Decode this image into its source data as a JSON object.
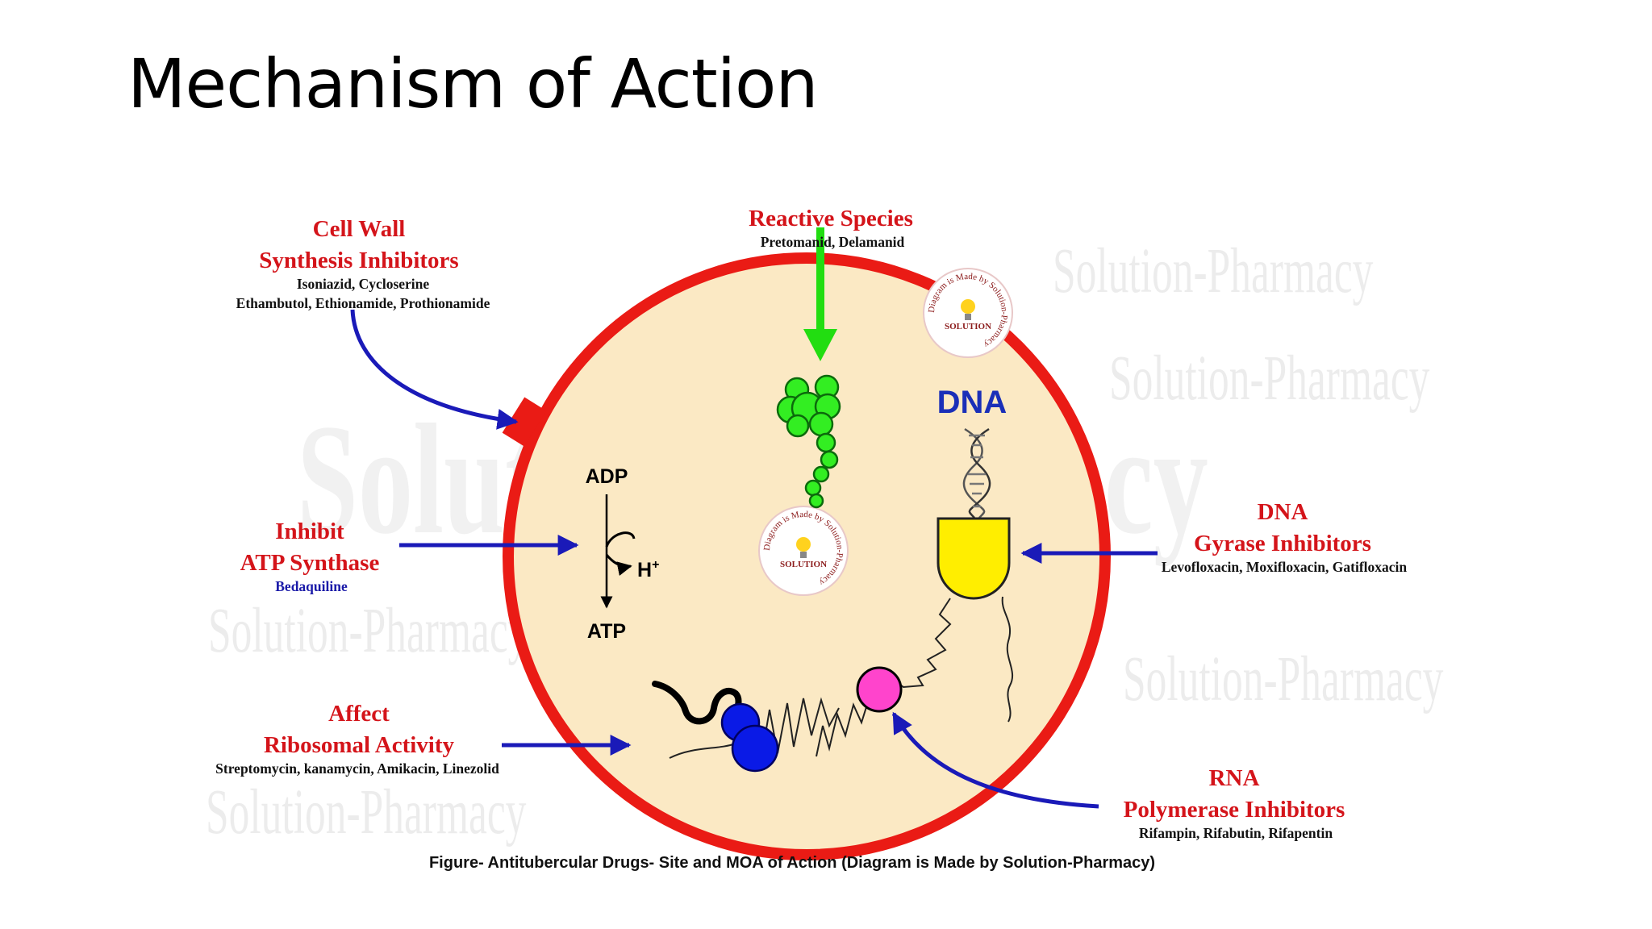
{
  "slide": {
    "title": "Mechanism of Action"
  },
  "watermarks": {
    "big": "Solution-Pharmacy",
    "small": "Solution-Pharmacy",
    "seal": "Diagram is Made by Solution-Pharmacy",
    "seal_brand": "SOLUTION"
  },
  "labels": {
    "cell_wall": {
      "title_lines": [
        "Cell Wall",
        "Synthesis Inhibitors"
      ],
      "drug_lines": [
        "Isoniazid, Cycloserine",
        "Ethambutol, Ethionamide, Prothionamide"
      ]
    },
    "reactive": {
      "title": "Reactive Species",
      "drugs": "Pretomanid, Delamanid"
    },
    "atp": {
      "title_lines": [
        "Inhibit",
        "ATP Synthase"
      ],
      "drugs": "Bedaquiline"
    },
    "ribosome": {
      "title_lines": [
        "Affect",
        "Ribosomal Activity"
      ],
      "drugs": "Streptomycin, kanamycin, Amikacin, Linezolid"
    },
    "gyrase": {
      "title_lines": [
        "DNA",
        "Gyrase Inhibitors"
      ],
      "drugs": "Levofloxacin, Moxifloxacin, Gatifloxacin"
    },
    "rna": {
      "title_lines": [
        "RNA",
        "Polymerase Inhibitors"
      ],
      "drugs": "Rifampin, Rifabutin, Rifapentin"
    }
  },
  "cell": {
    "adp": "ADP",
    "atp": "ATP",
    "h": "H",
    "h_charge": "+",
    "dna": "DNA"
  },
  "caption": "Figure- Antitubercular Drugs- Site and MOA of Action (Diagram is Made by Solution-Pharmacy)",
  "colors": {
    "cell_fill": "#fbe9c4",
    "cell_border": "#ea1b15",
    "label_red": "#d4141a",
    "arrow_blue": "#1a1ab8",
    "arrow_green": "#22dd11",
    "cluster_green": "#33ee22",
    "gyrase_yellow": "#ffee00",
    "polymerase_pink": "#ff44cc",
    "ribosome_blue": "#0a1ae6"
  }
}
